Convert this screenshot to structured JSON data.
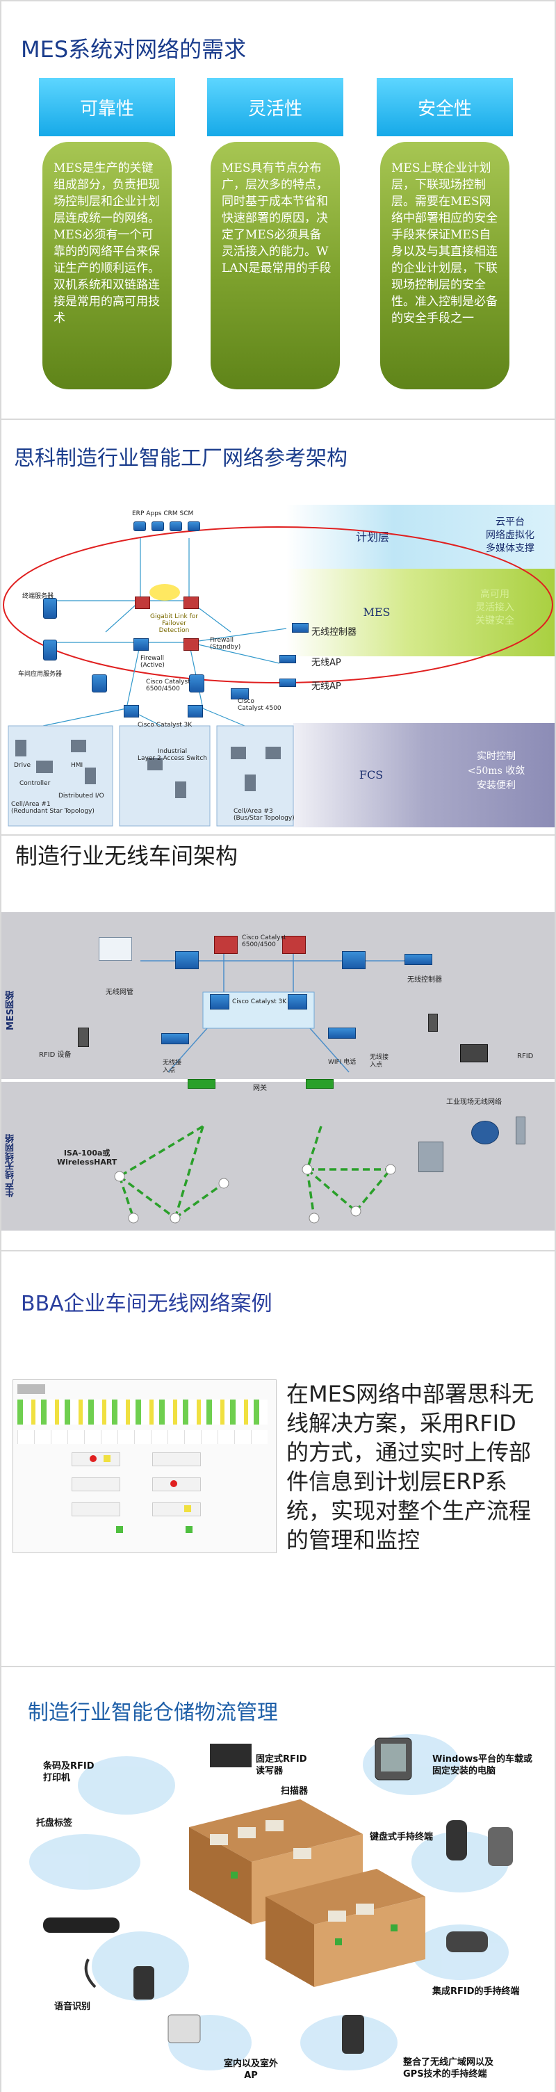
{
  "slide1": {
    "title": "MES系统对网络的需求",
    "cards": [
      {
        "head": "可靠性",
        "body": "MES是生产的关键组成部分，负责把现场控制层和企业计划层连成统一的网络。MES必须有一个可靠的的网络平台来保证生产的顺利运作。双机系统和双链路连接是常用的高可用技术"
      },
      {
        "head": "灵活性",
        "body": "MES具有节点分布广，层次多的特点，同时基于成本节省和快速部署的原因，决定了MES必须具备灵活接入的能力。WLAN是最常用的手段"
      },
      {
        "head": "安全性",
        "body": "MES上联企业计划层，下联现场控制层。需要在MES网络中部署相应的安全手段来保证MES自身以及与其直接相连的企业计划层，下联现场控制层的安全性。准入控制是必备的安全手段之一"
      }
    ]
  },
  "slide2": {
    "title": "思科制造行业智能工厂网络参考架构",
    "layer_plan": "计划层",
    "cloud": "云平台\n网络虚拟化\n多媒体支撑",
    "mes": "MES",
    "mes_right": "高可用\n灵活接入\n关键安全",
    "fcs": "FCS",
    "fcs_right": "实时控制\n<50ms 收敛\n安装便利",
    "wlc": "无线控制器",
    "ap1": "无线AP",
    "ap2": "无线AP",
    "firewall_active": "Firewall\n(Active)",
    "firewall_standby": "Firewall\n(Standby)",
    "gig": "Gigabit Link for\nFailover\nDetection",
    "cat1": "Cisco Catalyst\n6500/4500",
    "cat2": "Cisco\nCatalyst 4500",
    "cat3": "Cisco Catalyst 3K",
    "top_apps": "ERP   Apps   CRM   SCM",
    "left1": "终端服务器",
    "left2": "车间应用服务器",
    "cell1": "Cell/Area #1\n(Redundant Star Topology)",
    "cell2": "Industrial\nLayer 2 Access Switch",
    "cell3": "Cell/Area #3\n(Bus/Star Topology)",
    "drive": "Drive",
    "controller": "Controller",
    "hmi": "HMI",
    "dio": "Distributed I/O"
  },
  "slide3": {
    "title": "制造行业无线车间架构",
    "mes_side": "MES网络",
    "prod_side": "生产线无线网络",
    "wnm": "无线网管",
    "wlc": "无线控制器",
    "cat1": "Cisco Catalyst\n6500/4500",
    "cat2": "Cisco Catalyst 3K",
    "rfid_dev": "RFID 设备",
    "ap_a": "无线接\n入点",
    "wifi_phone": "WIFI 电话",
    "ap_b": "无线接\n入点",
    "rfid": "RFID",
    "gateway": "网关",
    "isa": "ISA-100a或\nWirelessHART",
    "field": "工业现场无线网络"
  },
  "slide4": {
    "title": "BBA企业车间无线网络案例",
    "desc": "在MES网络中部署思科无线解决方案，采用RFID的方式，通过实时上传部件信息到计划层ERP系统，实现对整个生产流程的管理和监控"
  },
  "slide5": {
    "title": "制造行业智能仓储物流管理",
    "labels": {
      "barcode": "条码及RFID\n打印机",
      "fixed_rfid": "固定式RFID\n读写器",
      "scanner": "扫描器",
      "windows": "Windows平台的车载或\n固定安装的电脑",
      "pallet": "托盘标签",
      "keyboard": "键盘式手持终端",
      "voice": "语音识别",
      "rfid_hand": "集成RFID的手持终端",
      "ap": "室内以及室外\nAP",
      "gps": "整合了无线广域网以及\nGPS技术的手持终端"
    }
  }
}
